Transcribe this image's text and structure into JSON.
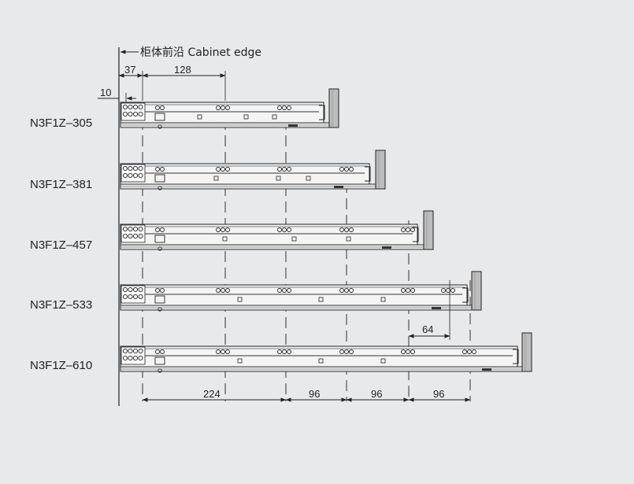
{
  "title": {
    "label": "柜体前沿 Cabinet edge"
  },
  "top_dimensions": {
    "offset_small": "10",
    "offset_front": "37",
    "spacing_first": "128"
  },
  "models": [
    {
      "label": "N3F1Z–305"
    },
    {
      "label": "N3F1Z–381"
    },
    {
      "label": "N3F1Z–457"
    },
    {
      "label": "N3F1Z–533"
    },
    {
      "label": "N3F1Z–610"
    }
  ],
  "mid_dimension": {
    "label": "64"
  },
  "bottom_dimensions": [
    {
      "label": "224"
    },
    {
      "label": "96"
    },
    {
      "label": "96"
    },
    {
      "label": "96"
    }
  ],
  "colors": {
    "background": "#e8e9eb",
    "line": "#222222",
    "slide_fill": "#f4f4f4",
    "panel_fill": "#bdbdbd"
  }
}
